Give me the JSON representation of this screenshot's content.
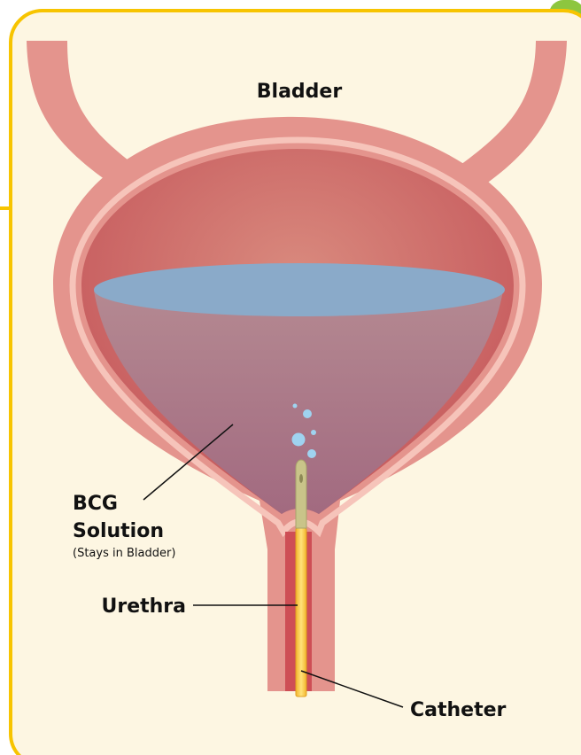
{
  "diagram": {
    "labels": {
      "bladder": "Bladder",
      "bcg_line1": "BCG",
      "bcg_line2": "Solution",
      "bcg_note": "(Stays in Bladder)",
      "urethra": "Urethra",
      "catheter": "Catheter"
    },
    "colors": {
      "panel_background": "#fdf6e2",
      "panel_border": "#f7c400",
      "side_tab_green": "#8dc63f",
      "bladder_wall": "#e4948d",
      "wall_highlight": "#f6c4ba",
      "cavity_red": "#c95f61",
      "solution_mauve": "#a8707f",
      "solution_surface_blue": "#8aaac9",
      "bubble_blue": "#9fd3f0",
      "catheter_yellow": "#ffd44a",
      "catheter_tip": "#c9c489"
    }
  }
}
